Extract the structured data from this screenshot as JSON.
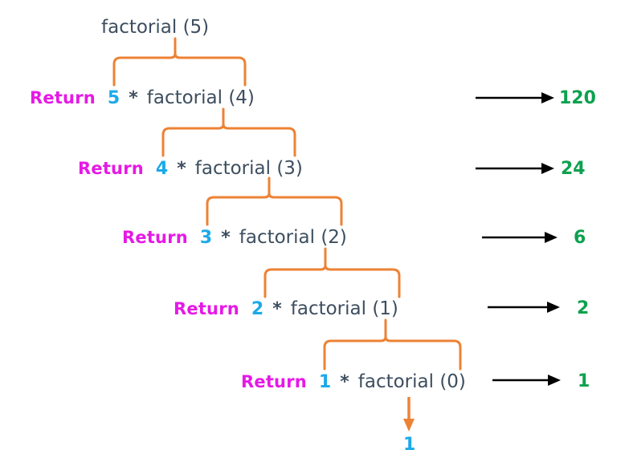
{
  "diagram": {
    "title_call": "factorial (5)",
    "return_label": "Return",
    "multiply_symbol": "*",
    "base_case_value": "1",
    "colors": {
      "return_label": "#e619e6",
      "multiplier": "#1ca9e8",
      "call_text": "#3d4e5f",
      "bracket": "#ed8235",
      "result": "#0da14f",
      "arrow": "#000000",
      "background": "#ffffff"
    },
    "levels": [
      {
        "return_label": "Return",
        "multiplier": "5",
        "operator": "*",
        "call": "factorial (4)",
        "result": "120"
      },
      {
        "return_label": "Return",
        "multiplier": "4",
        "operator": "*",
        "call": "factorial (3)",
        "result": "24"
      },
      {
        "return_label": "Return",
        "multiplier": "3",
        "operator": "*",
        "call": "factorial (2)",
        "result": "6"
      },
      {
        "return_label": "Return",
        "multiplier": "2",
        "operator": "*",
        "call": "factorial (1)",
        "result": "2"
      },
      {
        "return_label": "Return",
        "multiplier": "1",
        "operator": "*",
        "call": "factorial (0)",
        "result": "1"
      }
    ]
  }
}
